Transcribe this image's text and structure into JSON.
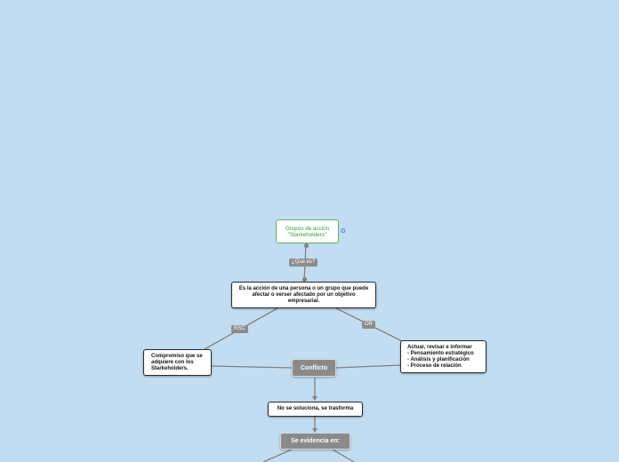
{
  "nodes": {
    "root": "Grupos de acción \"Starkeholders\"",
    "definition": "Es la acción de una persona o un grupo que puede afectar o verser afectado por un objetivo empresarial.",
    "compromiso": "Compromiso que se adquiere con los Starkeholders.",
    "actuar_lines": [
      "Actuar, revisar e informar",
      "- Pensamiento estratégico",
      "- Análisis y planificación",
      "- Proceso de relación"
    ],
    "conflicto": "Conflicto",
    "no_soluciona": "No se soluciona, se trasforma",
    "evidencia": "Se evidencia en:"
  },
  "labels": {
    "que_es": "¿Qué es?",
    "rsc": "RSC",
    "or": "OR"
  },
  "icons": {
    "google": "google-icon"
  },
  "colors": {
    "background": "#c2ddf1",
    "link": "#7f7f7f",
    "root_border": "#5fae5f",
    "root_text": "#3f9a3f",
    "gray_node": "#8a8a8a"
  }
}
